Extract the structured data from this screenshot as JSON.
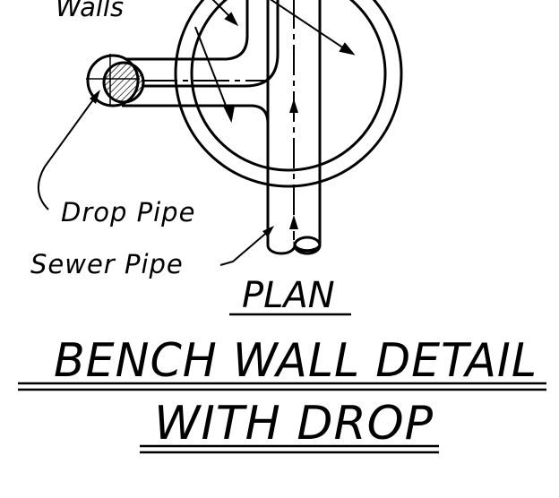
{
  "labels": {
    "walls": "Walls",
    "drop_pipe": "Drop Pipe",
    "sewer_pipe": "Sewer Pipe",
    "plan": "PLAN",
    "title_line1": "BENCH WALL DETAIL",
    "title_line2": "WITH DROP"
  },
  "colors": {
    "stroke": "#000000",
    "background": "#ffffff"
  }
}
